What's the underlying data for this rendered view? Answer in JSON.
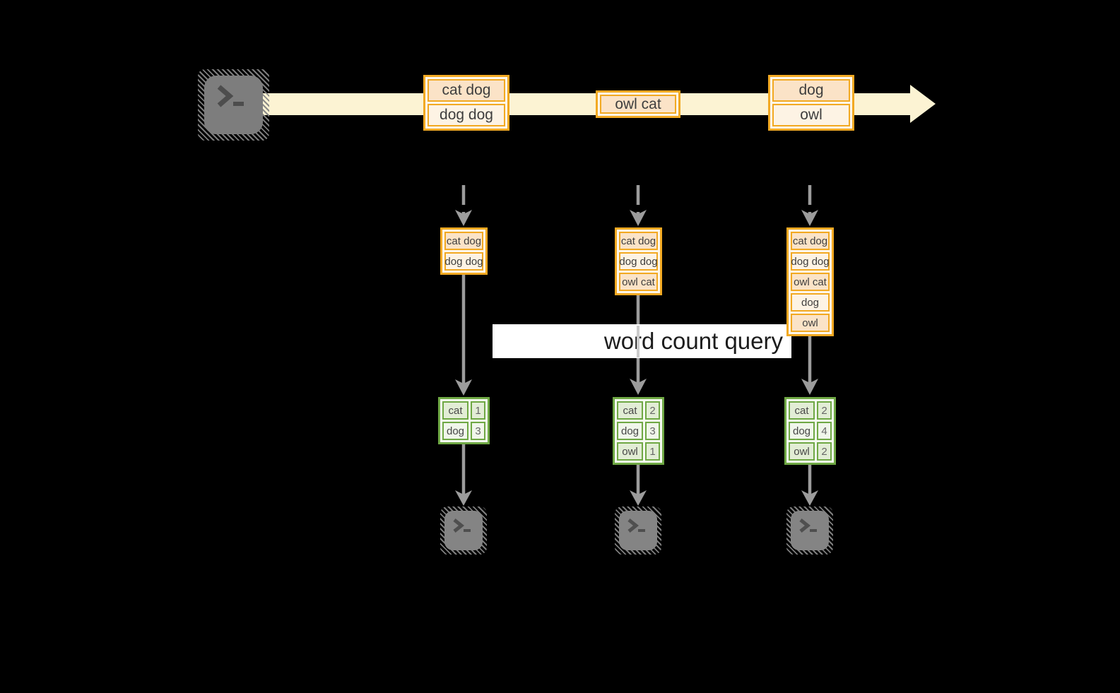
{
  "diagram": {
    "query_label": "word count query",
    "stream": {
      "source_icon": "terminal-icon",
      "events": [
        {
          "cells": [
            "cat dog",
            "dog dog"
          ]
        },
        {
          "cells": [
            "owl cat"
          ]
        },
        {
          "cells": [
            "dog",
            "owl"
          ]
        }
      ]
    },
    "columns": [
      {
        "buffer": [
          "cat dog",
          "dog dog"
        ],
        "table": {
          "rows": [
            [
              "cat",
              "1"
            ],
            [
              "dog",
              "3"
            ]
          ]
        },
        "sink_icon": "terminal-icon"
      },
      {
        "buffer": [
          "cat dog",
          "dog dog",
          "owl cat"
        ],
        "table": {
          "rows": [
            [
              "cat",
              "2"
            ],
            [
              "dog",
              "3"
            ],
            [
              "owl",
              "1"
            ]
          ]
        },
        "sink_icon": "terminal-icon"
      },
      {
        "buffer": [
          "cat dog",
          "dog dog",
          "owl cat",
          "dog",
          "owl"
        ],
        "table": {
          "rows": [
            [
              "cat",
              "2"
            ],
            [
              "dog",
              "4"
            ],
            [
              "owl",
              "2"
            ]
          ]
        },
        "sink_icon": "terminal-icon"
      }
    ],
    "colors": {
      "accent_orange": "#f2a922",
      "peach_fill": "#fbe3c7",
      "cream_fill": "#fdf3e4",
      "stream_band": "#fcf3d3",
      "accent_green": "#6fa844",
      "green_fill_dark": "#e2edd5",
      "green_fill_light": "#f0f6ea",
      "arrow_gray": "#9c9c9c",
      "terminal_gray": "#7d7d7d"
    }
  }
}
